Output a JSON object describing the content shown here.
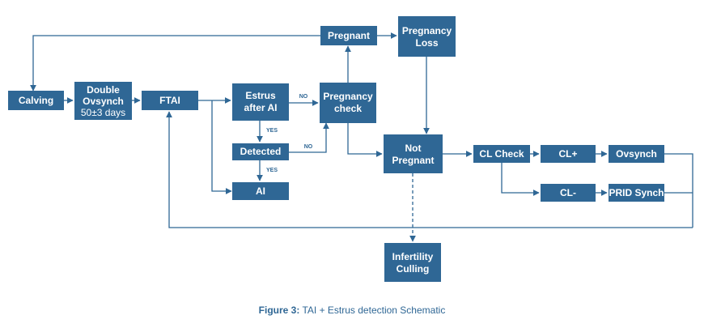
{
  "nodes": {
    "calving": "Calving",
    "double_ovsynch": [
      "Double",
      "Ovsynch",
      "50±3 days"
    ],
    "ftai": "FTAI",
    "estrus_after_ai": [
      "Estrus",
      "after AI"
    ],
    "detected": "Detected",
    "ai": "AI",
    "pregnancy_check": [
      "Pregnancy",
      "check"
    ],
    "pregnant": "Pregnant",
    "pregnancy_loss": [
      "Pregnancy",
      "Loss"
    ],
    "not_pregnant": [
      "Not",
      "Pregnant"
    ],
    "cl_check": "CL Check",
    "cl_plus": "CL+",
    "cl_minus": "CL-",
    "ovsynch": "Ovsynch",
    "prid_synch": "PRID Synch",
    "infertility_culling": [
      "Infertility",
      "Culling"
    ]
  },
  "edge_labels": {
    "no_1": "NO",
    "no_2": "NO",
    "yes_1": "YES",
    "yes_2": "YES"
  },
  "caption": {
    "label": "Figure 3:",
    "text": " TAI + Estrus detection Schematic"
  },
  "colors": {
    "box": "#2f6795",
    "line": "#2f6795",
    "box_text": "#ffffff"
  }
}
